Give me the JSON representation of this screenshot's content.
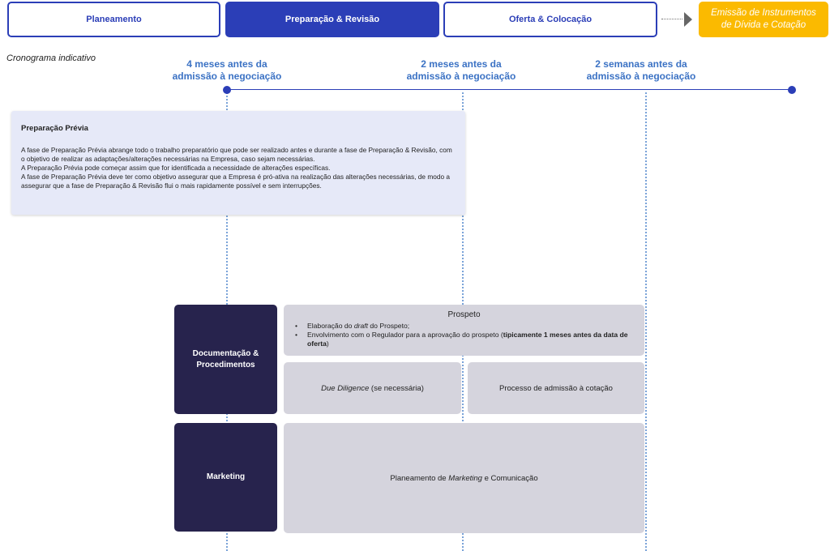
{
  "phases": [
    {
      "label": "Planeamento",
      "state": "outline"
    },
    {
      "label": "Preparação & Revisão",
      "state": "active"
    },
    {
      "label": "Oferta & Colocação",
      "state": "outline"
    },
    {
      "label_line1": "Emissão de Instrumentos",
      "label_line2": "de Dívida e Cotação",
      "state": "future"
    }
  ],
  "timeline": {
    "label": "Cronograma indicativo",
    "milestones": [
      {
        "line1": "4 meses antes da",
        "line2": "admissão à negociação"
      },
      {
        "line1": "2 meses antes da",
        "line2": "admissão à negociação"
      },
      {
        "line1": "2 semanas antes da",
        "line2": "admissão à negociação"
      }
    ]
  },
  "prep_box": {
    "title": "Preparação Prévia",
    "para1": "A fase de Preparação Prévia abrange todo o trabalho preparatório que pode ser realizado antes e durante a fase de Preparação & Revisão, com o objetivo de realizar as adaptações/alterações necessárias na Empresa, caso sejam necessárias.",
    "para2": "A Preparação Prévia pode começar assim que for identificada a necessidade de alterações específicas.",
    "para3": "A fase de Preparação Prévia deve ter como objetivo assegurar que a Empresa é pró-ativa na realização das alterações necessárias, de modo a assegurar que a fase de Preparação & Revisão flui o mais rapidamente possível e sem interrupções."
  },
  "categories": {
    "documentation": "Documentação & Procedimentos",
    "marketing": "Marketing"
  },
  "prospeto": {
    "title": "Prospeto",
    "bullet1_pre": "Elaboração do ",
    "bullet1_em": "draft",
    "bullet1_post": " do Prospeto;",
    "bullet2_pre": "Envolvimento com o Regulador para a aprovação do prospeto (",
    "bullet2_bold": "tipicamente 1 meses antes da data de oferta",
    "bullet2_post": ")"
  },
  "due_diligence": {
    "em": "Due Diligence",
    "rest": " (se necessária)"
  },
  "admission": {
    "label": "Processo de admissão à cotação"
  },
  "marketing_plan": {
    "pre": "Planeamento de ",
    "em": "Marketing",
    "post": " e Comunicação"
  },
  "colors": {
    "primary": "#2b3eb7",
    "accent": "#fbba00",
    "milestone_text": "#3b72c4",
    "dark_block": "#27234d",
    "card": "#d5d4dd",
    "prep_bg": "#e6e9f8"
  }
}
